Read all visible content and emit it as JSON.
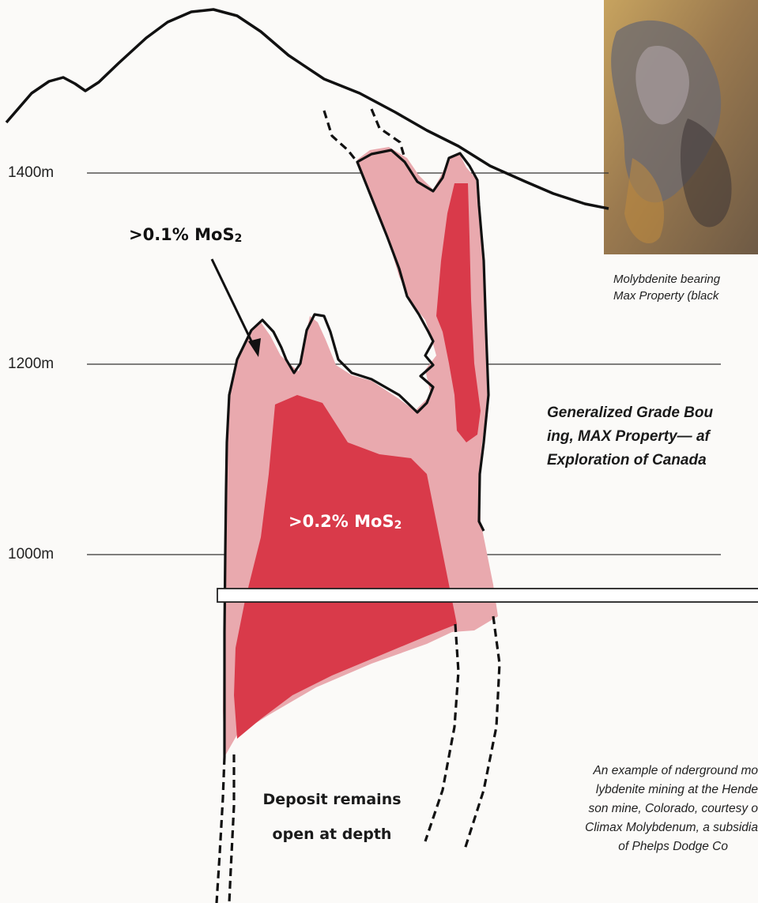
{
  "elevations": [
    {
      "label": "1400m"
    },
    {
      "label": "1200m"
    },
    {
      "label": "1000m"
    }
  ],
  "grades": {
    "low": {
      "text": ">0.1% MoS",
      "subscript": "2"
    },
    "high": {
      "text": ">0.2% MoS",
      "subscript": "2"
    }
  },
  "photo_caption": {
    "line1": "Molybdenite bearing",
    "line2": "Max Property (black"
  },
  "section_title": {
    "line1": "Generalized Grade Bou",
    "line2": "ing, MAX Property— af",
    "line3": "Exploration of Canada"
  },
  "deposit_note": {
    "line1": "Deposit remains",
    "line2": "open at depth"
  },
  "mining_caption": {
    "line1": "An example of nderground mo",
    "line2": "lybdenite mining at the Hende",
    "line3": "son mine, Colorado, courtesy o",
    "line4": "Climax Molybdenum, a subsidia",
    "line5": "of Phelps Dodge Co"
  },
  "colors": {
    "low_grade_zone": "#e9a9ae",
    "high_grade_zone": "#d93a4a",
    "outline": "#111111",
    "grade_high_label": "#ffffff",
    "grade_low_label": "#111111"
  }
}
